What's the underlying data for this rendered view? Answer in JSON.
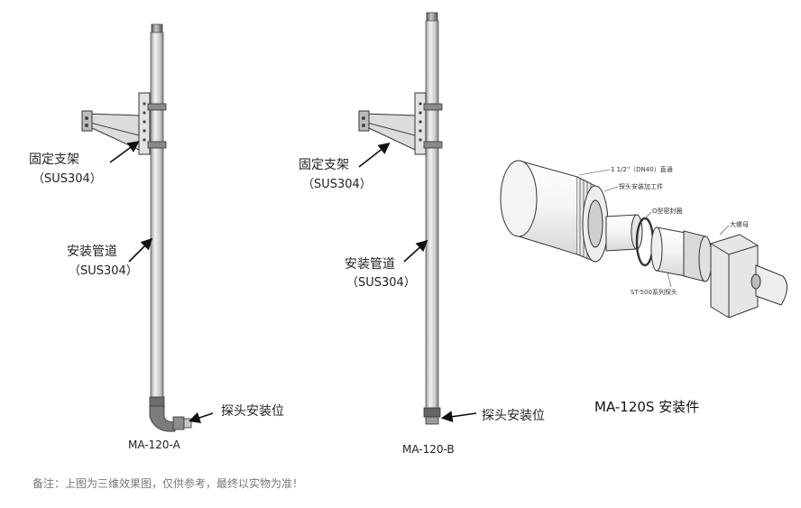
{
  "left_assembly": {
    "bracket_label": "固定支架",
    "bracket_material": "（SUS304）",
    "pipe_label": "安装管道",
    "pipe_material": "（SUS304）",
    "probe_label": "探头安装位",
    "model": "MA-120-A"
  },
  "middle_assembly": {
    "bracket_label": "固定支架",
    "bracket_material": "（SUS304）",
    "pipe_label": "安装管道",
    "pipe_material": "（SUS304）",
    "probe_label": "探头安装位",
    "model": "MA-120-B"
  },
  "kit": {
    "part_pipe": "1 1/2\"（DN40）直通",
    "part_adapter": "探头安装加工件",
    "part_oring": "O型密封圈",
    "part_nut": "大螺母",
    "part_probe": "ST-500系列探头",
    "caption": "MA-120S 安装件"
  },
  "footer_note": "备注：上图为三维效果图，仅供参考，最终以实物为准！",
  "colors": {
    "pipe": "#c9c9c9",
    "metal_dark": "#777777",
    "stroke": "#333333",
    "note": "#777777"
  }
}
